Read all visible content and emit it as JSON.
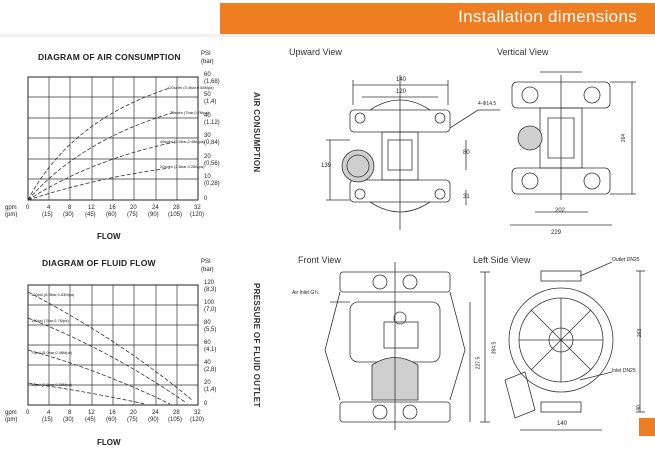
{
  "header": {
    "title": "Installation dimensions",
    "accent_color": "#ef7d21"
  },
  "air_chart": {
    "title": "DIAGRAM OF AIR CONSUMPTION",
    "xlabel": "FLOW",
    "x_unit_main": "gpm",
    "x_unit_sub": "(pm)",
    "x_ticks_main": [
      "0",
      "4",
      "8",
      "12",
      "16",
      "20",
      "24",
      "28",
      "32"
    ],
    "x_ticks_sub": [
      "(15)",
      "(30)",
      "(45)",
      "(60)",
      "(75)",
      "(90)",
      "(105)",
      "(120)"
    ],
    "y_unit_main": "PSI",
    "y_unit_sub": "(bar)",
    "y_ticks_main": [
      "60",
      "50",
      "40",
      "30",
      "20",
      "10",
      "0"
    ],
    "y_ticks_sub": [
      "(1,68)",
      "(1,4)",
      "(1,12)",
      "(0,84)",
      "(0,56)",
      "(0,28)",
      ""
    ],
    "curve_labels": [
      "120scfm (3.4bar,0.58Mpa)",
      "70scfm (7bar,0.7Mpa)",
      "40scfm (5.0bar,0.48Mpa)",
      "20scfm (2.8bar,0.28Mpa)"
    ],
    "side_label": "AIR CONSUMPTION"
  },
  "fluid_chart": {
    "title": "DIAGRAM OF FLUID FLOW",
    "xlabel": "FLOW",
    "x_unit_main": "gpm",
    "x_unit_sub": "(pm)",
    "x_ticks_main": [
      "0",
      "4",
      "8",
      "12",
      "16",
      "20",
      "24",
      "28",
      "32"
    ],
    "x_ticks_sub": [
      "(15)",
      "(30)",
      "(45)",
      "(60)",
      "(75)",
      "(90)",
      "(105)",
      "(120)"
    ],
    "y_unit_main": "PSI",
    "y_unit_sub": "(bar)",
    "y_ticks_main": [
      "120",
      "100",
      "80",
      "60",
      "40",
      "20",
      "0"
    ],
    "y_ticks_sub": [
      "(8,3)",
      "(7,0)",
      "(5,5)",
      "(4,1)",
      "(2,8)",
      "(1,4)",
      ""
    ],
    "curve_labels": [
      "120psi (8.3bar,0.83Mpa)",
      "100psi (7bar,0.7Mpa)",
      "70psi (5.0bar,0.48Mpa)",
      "40psi (2.8bar,0.28Mpa)"
    ],
    "side_label": "PRESSURE OF FLUID OUTLET"
  },
  "views": {
    "upward": "Upward View",
    "vertical": "Vertical View",
    "front": "Front View",
    "left_side": "Left Side View"
  },
  "dims": {
    "up_140": "140",
    "up_120": "120",
    "up_phi": "4-Φ14.5",
    "up_139": "139",
    "up_80": "80",
    "up_31": "31",
    "ver_264": "264",
    "ver_202": "202",
    "ver_229": "229",
    "fr_air": "Air Inlet G¾",
    "fr_3945": "394.5",
    "fr_2275": "227.5",
    "ls_outlet": "Outlet DN25",
    "ls_inlet": "Inlet DN25",
    "ls_263": "263",
    "ls_40": "40",
    "ls_140": "140"
  }
}
